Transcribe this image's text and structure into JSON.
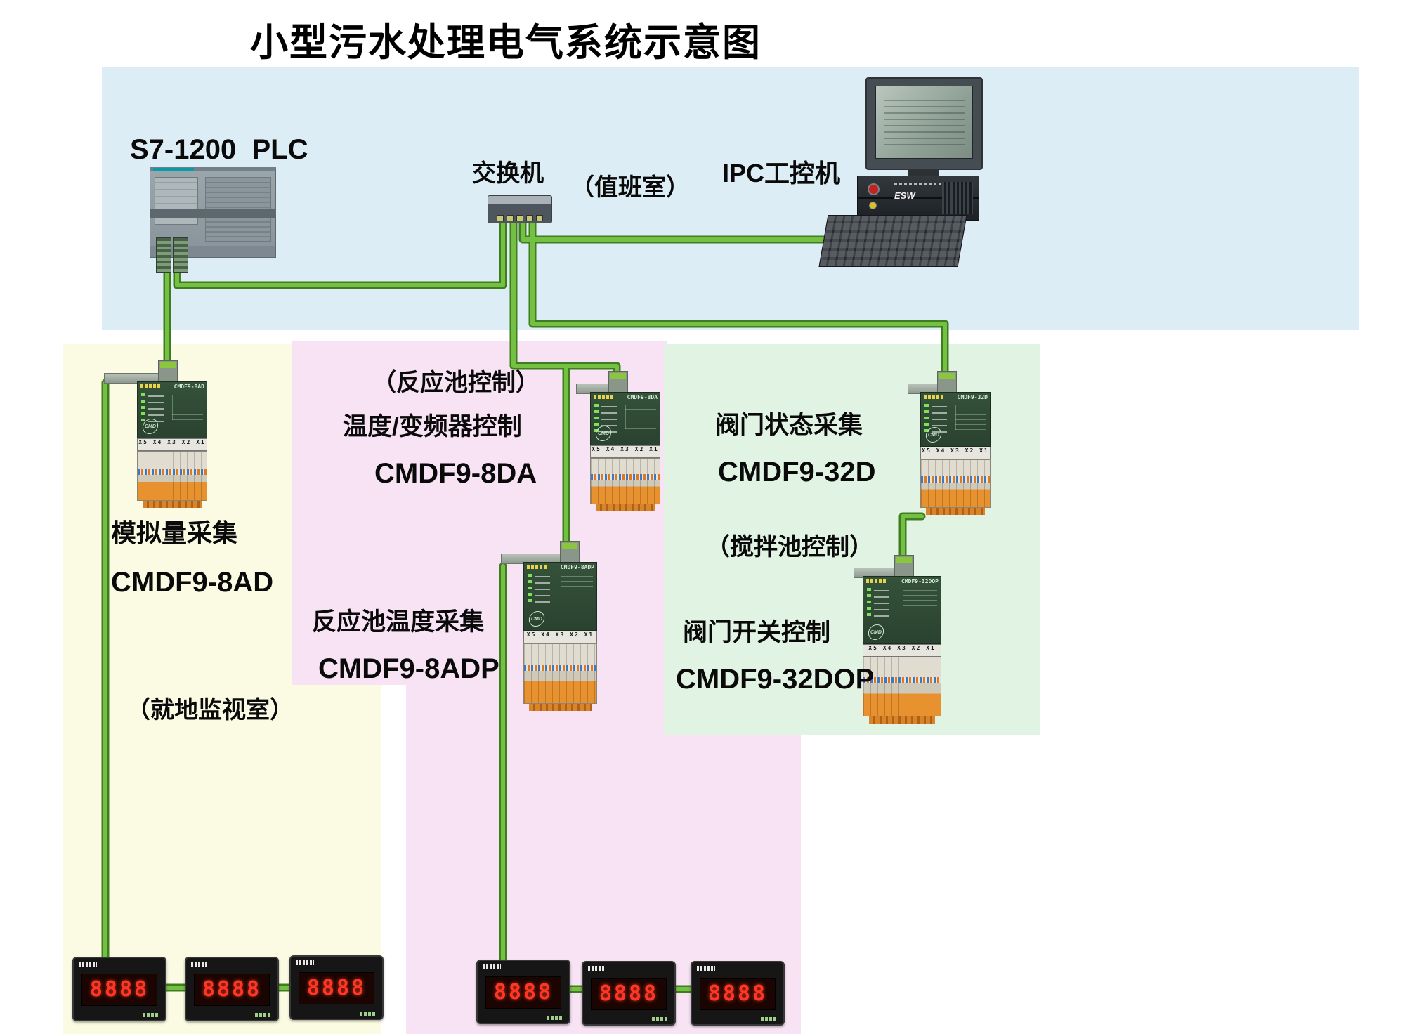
{
  "title": "小型污水处理电气系统示意图",
  "colors": {
    "zone_blue": "#ddedf5",
    "zone_yellow": "#fbfbe3",
    "zone_pink": "#f8e3f5",
    "zone_green": "#e1f3e3",
    "cable_green": "#74c043",
    "cable_edge": "#3f7d20"
  },
  "control_room": {
    "plc_label": "S7-1200  PLC",
    "switch_label": "交换机",
    "duty_room": "（值班室）",
    "ipc_label": "IPC工控机",
    "chassis_text": "ESW"
  },
  "analog_zone": {
    "function": "模拟量采集",
    "model": "CMDF9-8AD",
    "room": "（就地监视室）"
  },
  "reaction_zone": {
    "control": "（反应池控制）",
    "function": "温度/变频器控制",
    "model": "CMDF9-8DA",
    "function2": "反应池温度采集",
    "model2": "CMDF9-8ADP"
  },
  "valve_zone": {
    "function": "阀门状态采集",
    "model": "CMDF9-32D",
    "control": "（搅拌池控制）",
    "function2": "阀门开关控制",
    "model2": "CMDF9-32DOP"
  },
  "modules": [
    {
      "model": "CMDF9-8AD",
      "terminals": "X5 X4 X3 X2 X1",
      "logo": "CMD"
    },
    {
      "model": "CMDF9-8DA",
      "terminals": "X5 X4 X3 X2 X1",
      "logo": "CMD"
    },
    {
      "model": "CMDF9-8ADP",
      "terminals": "X5 X4 X3 X2 X1",
      "logo": "CMD"
    },
    {
      "model": "CMDF9-32D",
      "terminals": "X5 X4 X3 X2 X1",
      "logo": "CMD"
    },
    {
      "model": "CMDF9-32DOP",
      "terminals": "X5 X4 X3 X2 X1",
      "logo": "CMD"
    }
  ],
  "meters": {
    "display": "8888"
  }
}
